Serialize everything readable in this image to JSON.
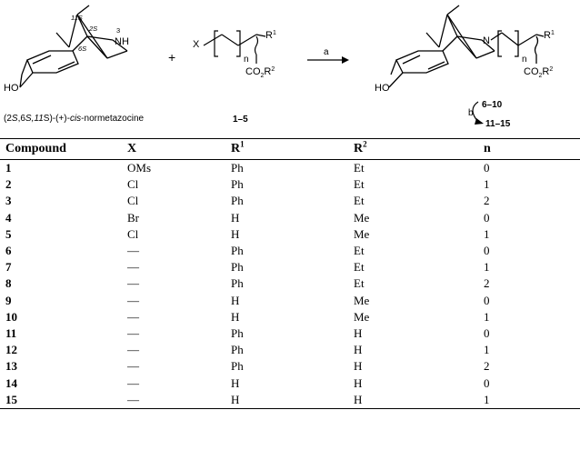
{
  "scheme": {
    "labels": {
      "stereo_11": "11S",
      "stereo_2": "2S",
      "stereo_6": "6S",
      "nh": "NH",
      "n3": "3",
      "ho_left": "HO",
      "ho_right": "HO",
      "plus": "+",
      "x": "X",
      "n_left": "n",
      "r1_left": "R",
      "r1_left_sup": "1",
      "co2r2_left": "CO",
      "co2r2_left_sub": "2",
      "co2r2_left_r": "R",
      "co2r2_left_sup": "2",
      "arrow_a": "a",
      "arrow_b": "b",
      "n_right": "n",
      "r1_right": "R",
      "r1_right_sup": "1",
      "co2r2_right": "CO",
      "co2r2_right_sub": "2",
      "co2r2_right_r": "R",
      "co2r2_right_sup": "2",
      "range_6_10": "6–10",
      "range_11_15": "11–15",
      "range_1_5": "1–5",
      "caption_prefix": "(2",
      "caption_s1": "S",
      "caption_6": ",6",
      "caption_s2": "S",
      "caption_11": ",11",
      "caption_s3": "S",
      "caption_mid": ")-(+)-",
      "caption_cis": "cis",
      "caption_end": "-normetazocine"
    }
  },
  "table": {
    "headers": {
      "compound": "Compound",
      "x": "X",
      "r1": "R",
      "r1_sup": "1",
      "r2": "R",
      "r2_sup": "2",
      "n": "n"
    },
    "rows": [
      {
        "compound": "1",
        "x": "OMs",
        "r1": "Ph",
        "r2": "Et",
        "n": "0"
      },
      {
        "compound": "2",
        "x": "Cl",
        "r1": "Ph",
        "r2": "Et",
        "n": "1"
      },
      {
        "compound": "3",
        "x": "Cl",
        "r1": "Ph",
        "r2": "Et",
        "n": "2"
      },
      {
        "compound": "4",
        "x": "Br",
        "r1": "H",
        "r2": "Me",
        "n": "0"
      },
      {
        "compound": "5",
        "x": "Cl",
        "r1": "H",
        "r2": "Me",
        "n": "1"
      },
      {
        "compound": "6",
        "x": "—",
        "r1": "Ph",
        "r2": "Et",
        "n": "0"
      },
      {
        "compound": "7",
        "x": "—",
        "r1": "Ph",
        "r2": "Et",
        "n": "1"
      },
      {
        "compound": "8",
        "x": "—",
        "r1": "Ph",
        "r2": "Et",
        "n": "2"
      },
      {
        "compound": "9",
        "x": "—",
        "r1": "H",
        "r2": "Me",
        "n": "0"
      },
      {
        "compound": "10",
        "x": "—",
        "r1": "H",
        "r2": "Me",
        "n": "1"
      },
      {
        "compound": "11",
        "x": "—",
        "r1": "Ph",
        "r2": "H",
        "n": "0"
      },
      {
        "compound": "12",
        "x": "—",
        "r1": "Ph",
        "r2": "H",
        "n": "1"
      },
      {
        "compound": "13",
        "x": "—",
        "r1": "Ph",
        "r2": "H",
        "n": "2"
      },
      {
        "compound": "14",
        "x": "—",
        "r1": "H",
        "r2": "H",
        "n": "0"
      },
      {
        "compound": "15",
        "x": "—",
        "r1": "H",
        "r2": "H",
        "n": "1"
      }
    ]
  }
}
